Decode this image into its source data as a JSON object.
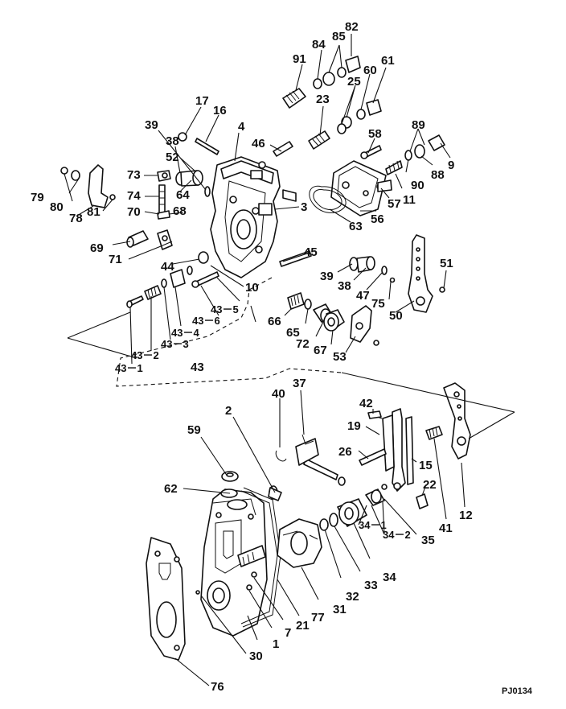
{
  "drawing_code": "PJ0134",
  "callouts": [
    {
      "id": "c82",
      "text": "82"
    },
    {
      "id": "c84",
      "text": "84"
    },
    {
      "id": "c85",
      "text": "85"
    },
    {
      "id": "c91",
      "text": "91"
    },
    {
      "id": "c60",
      "text": "60"
    },
    {
      "id": "c61",
      "text": "61"
    },
    {
      "id": "c25",
      "text": "25"
    },
    {
      "id": "c23",
      "text": "23"
    },
    {
      "id": "c17",
      "text": "17"
    },
    {
      "id": "c16",
      "text": "16"
    },
    {
      "id": "c39a",
      "text": "39"
    },
    {
      "id": "c4",
      "text": "4"
    },
    {
      "id": "c46",
      "text": "46"
    },
    {
      "id": "c58",
      "text": "58"
    },
    {
      "id": "c89",
      "text": "89"
    },
    {
      "id": "c9",
      "text": "9"
    },
    {
      "id": "c38a",
      "text": "38"
    },
    {
      "id": "c52",
      "text": "52"
    },
    {
      "id": "c73",
      "text": "73"
    },
    {
      "id": "c64",
      "text": "64"
    },
    {
      "id": "c79",
      "text": "79"
    },
    {
      "id": "c80",
      "text": "80"
    },
    {
      "id": "c74",
      "text": "74"
    },
    {
      "id": "c70",
      "text": "70"
    },
    {
      "id": "c68",
      "text": "68"
    },
    {
      "id": "c78",
      "text": "78"
    },
    {
      "id": "c81",
      "text": "81"
    },
    {
      "id": "c88",
      "text": "88"
    },
    {
      "id": "c90",
      "text": "90"
    },
    {
      "id": "c11",
      "text": "11"
    },
    {
      "id": "c57",
      "text": "57"
    },
    {
      "id": "c3",
      "text": "3"
    },
    {
      "id": "c56",
      "text": "56"
    },
    {
      "id": "c63",
      "text": "63"
    },
    {
      "id": "c69",
      "text": "69"
    },
    {
      "id": "c71",
      "text": "71"
    },
    {
      "id": "c44",
      "text": "44"
    },
    {
      "id": "c45",
      "text": "45"
    },
    {
      "id": "c51",
      "text": "51"
    },
    {
      "id": "c39b",
      "text": "39"
    },
    {
      "id": "c38b",
      "text": "38"
    },
    {
      "id": "c47",
      "text": "47"
    },
    {
      "id": "c10",
      "text": "10"
    },
    {
      "id": "c75",
      "text": "75"
    },
    {
      "id": "c50",
      "text": "50"
    },
    {
      "id": "c43_5",
      "text": "43－5"
    },
    {
      "id": "c43_6",
      "text": "43－6"
    },
    {
      "id": "c66",
      "text": "66"
    },
    {
      "id": "c65",
      "text": "65"
    },
    {
      "id": "c43_4",
      "text": "43－4"
    },
    {
      "id": "c72",
      "text": "72"
    },
    {
      "id": "c67",
      "text": "67"
    },
    {
      "id": "c43_3",
      "text": "43－3"
    },
    {
      "id": "c53",
      "text": "53"
    },
    {
      "id": "c43_2",
      "text": "43－2"
    },
    {
      "id": "c43_1",
      "text": "43－1"
    },
    {
      "id": "c43",
      "text": "43"
    },
    {
      "id": "c37",
      "text": "37"
    },
    {
      "id": "c40",
      "text": "40"
    },
    {
      "id": "c42",
      "text": "42"
    },
    {
      "id": "c2",
      "text": "2"
    },
    {
      "id": "c19",
      "text": "19"
    },
    {
      "id": "c59",
      "text": "59"
    },
    {
      "id": "c26",
      "text": "26"
    },
    {
      "id": "c15",
      "text": "15"
    },
    {
      "id": "c22",
      "text": "22"
    },
    {
      "id": "c62",
      "text": "62"
    },
    {
      "id": "c41",
      "text": "41"
    },
    {
      "id": "c12",
      "text": "12"
    },
    {
      "id": "c34_1",
      "text": "34－1"
    },
    {
      "id": "c34_2",
      "text": "34－2"
    },
    {
      "id": "c35",
      "text": "35"
    },
    {
      "id": "c34",
      "text": "34"
    },
    {
      "id": "c33",
      "text": "33"
    },
    {
      "id": "c32",
      "text": "32"
    },
    {
      "id": "c31",
      "text": "31"
    },
    {
      "id": "c77",
      "text": "77"
    },
    {
      "id": "c21",
      "text": "21"
    },
    {
      "id": "c7",
      "text": "7"
    },
    {
      "id": "c1",
      "text": "1"
    },
    {
      "id": "c30",
      "text": "30"
    },
    {
      "id": "c76",
      "text": "76"
    }
  ]
}
